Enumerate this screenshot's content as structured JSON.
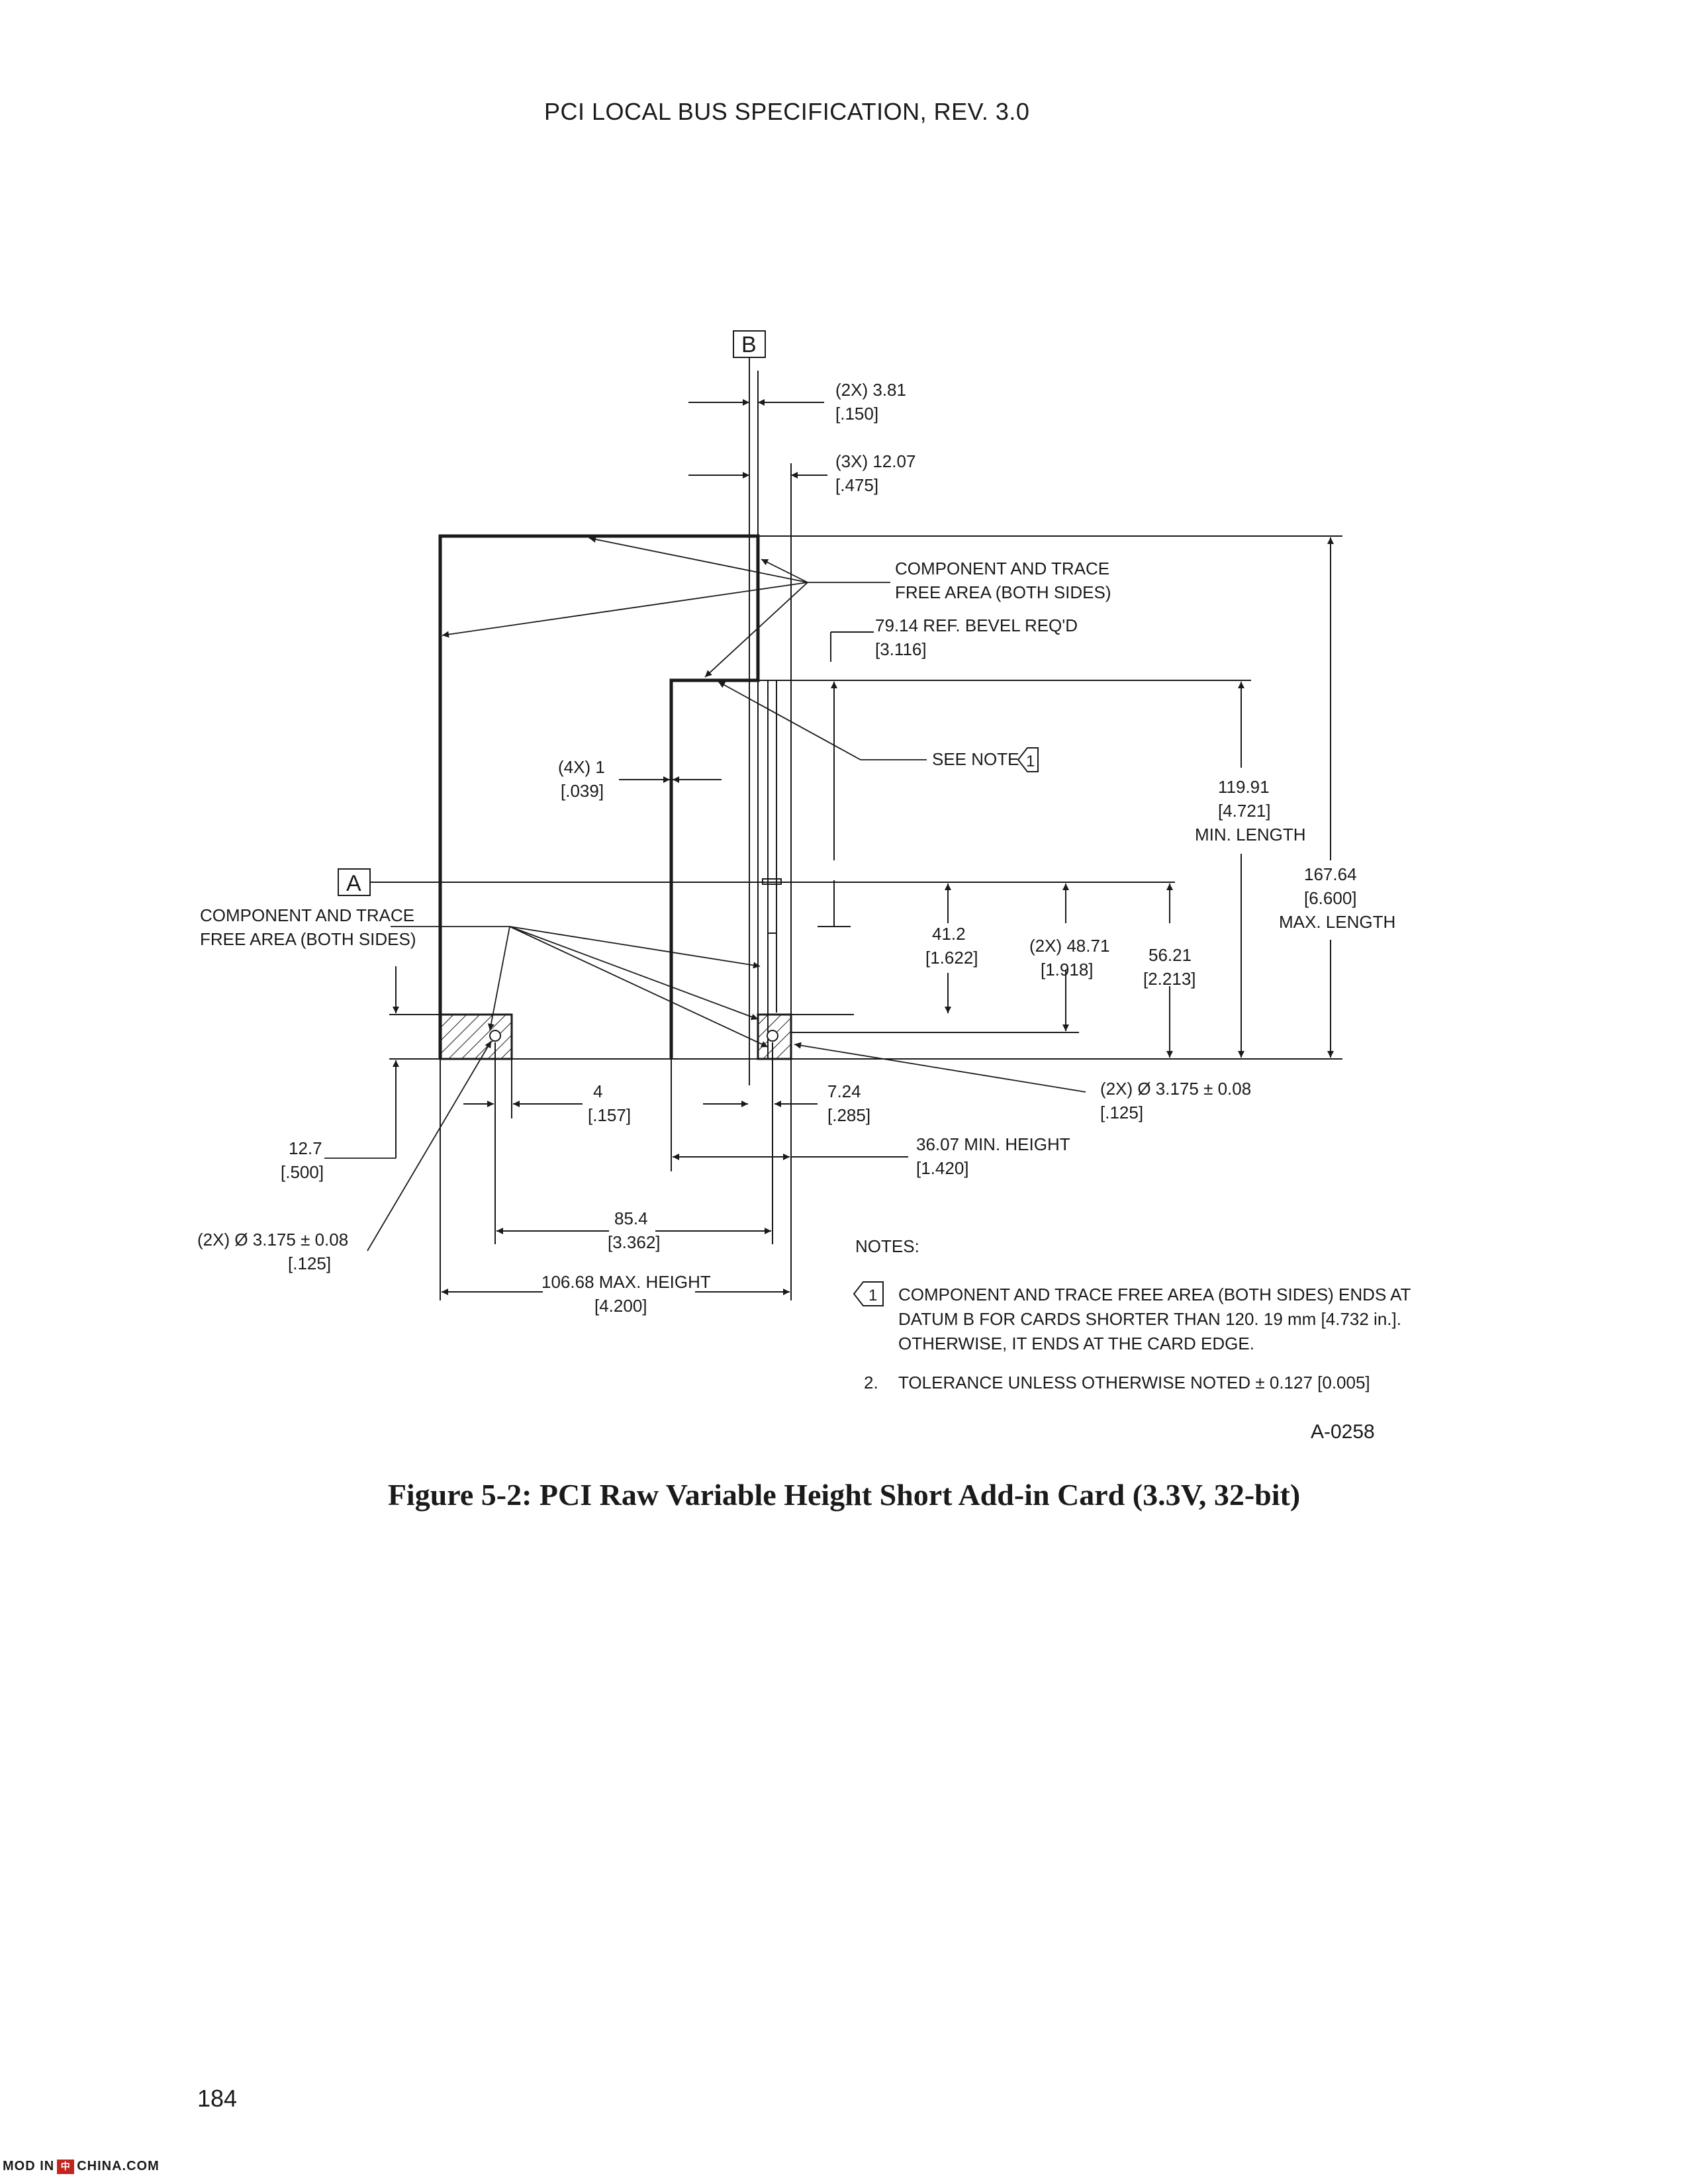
{
  "header": "PCI LOCAL BUS SPECIFICATION, REV. 3.0",
  "datums": {
    "a": "A",
    "b": "B"
  },
  "dims": {
    "d381": [
      "(2X) 3.81",
      "[.150]"
    ],
    "d1207": [
      "(3X) 12.07",
      "[.475]"
    ],
    "component_top": [
      "COMPONENT AND TRACE",
      "FREE AREA (BOTH SIDES)"
    ],
    "bevel": [
      "79.14 REF. BEVEL REQ'D",
      "[3.116]"
    ],
    "see_note": "SEE NOTE",
    "d1": [
      "(4X) 1",
      "[.039]"
    ],
    "d11991": [
      "119.91",
      "[4.721]",
      "MIN. LENGTH"
    ],
    "d16764": [
      "167.64",
      "[6.600]",
      "MAX. LENGTH"
    ],
    "component_left": [
      "COMPONENT AND TRACE",
      "FREE AREA (BOTH SIDES)"
    ],
    "d412": [
      "41.2",
      "[1.622]"
    ],
    "d4871": [
      "(2X) 48.71",
      "[1.918]"
    ],
    "d5621": [
      "56.21",
      "[2.213]"
    ],
    "dhole_right": [
      "(2X) Ø 3.175 ± 0.08",
      "[.125]"
    ],
    "d4": [
      "4",
      "[.157]"
    ],
    "d724": [
      "7.24",
      "[.285]"
    ],
    "d3607": [
      "36.07  MIN. HEIGHT",
      "[1.420]"
    ],
    "d127": [
      "12.7",
      "[.500]"
    ],
    "d854": [
      "85.4",
      "[3.362]"
    ],
    "dhole_left": [
      "(2X) Ø 3.175 ± 0.08",
      "[.125]"
    ],
    "d10668": [
      "106.68  MAX. HEIGHT",
      "[4.200]"
    ]
  },
  "notes": {
    "title": "NOTES:",
    "note1_marker": "1",
    "note1": [
      "COMPONENT AND TRACE FREE AREA (BOTH SIDES) ENDS AT",
      "DATUM B FOR CARDS SHORTER THAN 120. 19 mm [4.732 in.].",
      "OTHERWISE, IT ENDS AT THE CARD EDGE."
    ],
    "note2_number": "2.",
    "note2": "TOLERANCE UNLESS OTHERWISE NOTED ± 0.127 [0.005]"
  },
  "figure_id": "A-0258",
  "caption": "Figure 5-2:  PCI Raw Variable Height Short Add-in Card (3.3V, 32-bit)",
  "page_number": "184",
  "watermark": {
    "left": "MOD IN",
    "mark": "中",
    "right": "CHINA.COM"
  }
}
